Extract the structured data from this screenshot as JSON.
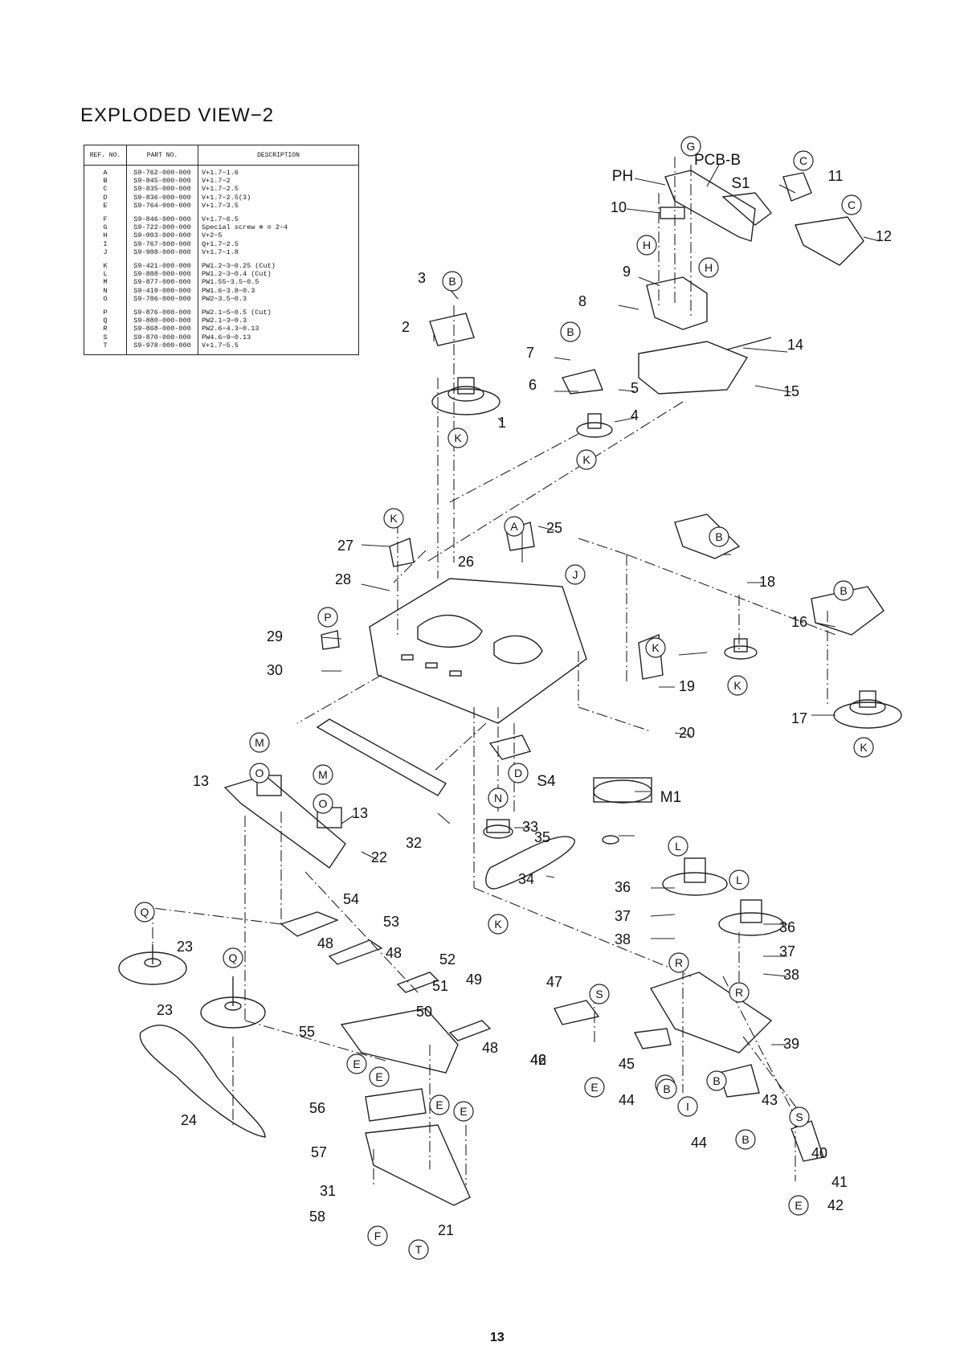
{
  "title": "EXPLODED VIEW−2",
  "page_number": "13",
  "table": {
    "headers": [
      "REF. NO.",
      "PART NO.",
      "DESCRIPTION"
    ],
    "rows": [
      [
        "A",
        "S9-762-000-000",
        "V+1.7−1.6"
      ],
      [
        "B",
        "S9-845-000-000",
        "V+1.7−2"
      ],
      [
        "C",
        "S9-835-000-000",
        "V+1.7−2.5"
      ],
      [
        "D",
        "S9-836-000-000",
        "V+1.7−2.5(3)"
      ],
      [
        "E",
        "S9-764-000-000",
        "V+1.7−3.5"
      ],
      [
        "F",
        "S9-846-000-000",
        "V+1.7−6.5"
      ],
      [
        "G",
        "S9-722-000-000",
        "Special screw ⊕ ⊝ 2−4"
      ],
      [
        "H",
        "S9-003-000-000",
        "V+2−5"
      ],
      [
        "I",
        "S9-767-000-000",
        "Q+1.7−2.5"
      ],
      [
        "J",
        "S9-988-000-000",
        "V+1.7−1.8"
      ],
      [
        "K",
        "S9-421-000-000",
        "PW1.2−3−0.25 (Cut)"
      ],
      [
        "L",
        "S9-888-000-000",
        "PW1.2−3−0.4 (Cut)"
      ],
      [
        "M",
        "S9-877-000-000",
        "PW1.55−3.5−0.5"
      ],
      [
        "N",
        "S9-419-000-000",
        "PW1.6−3.8−0.3"
      ],
      [
        "O",
        "S9-786-000-000",
        "PW2−3.5−0.3"
      ],
      [
        "P",
        "S9-876-000-000",
        "PW2.1−5−0.5 (Cut)"
      ],
      [
        "Q",
        "S9-880-000-000",
        "PW2.1−3−0.3"
      ],
      [
        "R",
        "S9-868-000-000",
        "PW2.6−4.3−0.13"
      ],
      [
        "S",
        "S9-870-000-000",
        "PW4.6−9−0.13"
      ],
      [
        "T",
        "S9-978-000-000",
        "V+1.7−5.5"
      ]
    ]
  },
  "callouts": [
    "1",
    "2",
    "3",
    "4",
    "5",
    "6",
    "7",
    "8",
    "9",
    "10",
    "11",
    "12",
    "13",
    "14",
    "15",
    "16",
    "17",
    "18",
    "19",
    "20",
    "21",
    "22",
    "23",
    "24",
    "25",
    "26",
    "27",
    "28",
    "29",
    "30",
    "31",
    "32",
    "33",
    "34",
    "35",
    "36",
    "37",
    "38",
    "39",
    "40",
    "41",
    "42",
    "43",
    "44",
    "45",
    "46",
    "47",
    "48",
    "49",
    "50",
    "51",
    "52",
    "53",
    "54",
    "55",
    "56",
    "57",
    "58"
  ],
  "component_labels": [
    "PCB-B",
    "PH",
    "S1",
    "S4",
    "M1"
  ]
}
